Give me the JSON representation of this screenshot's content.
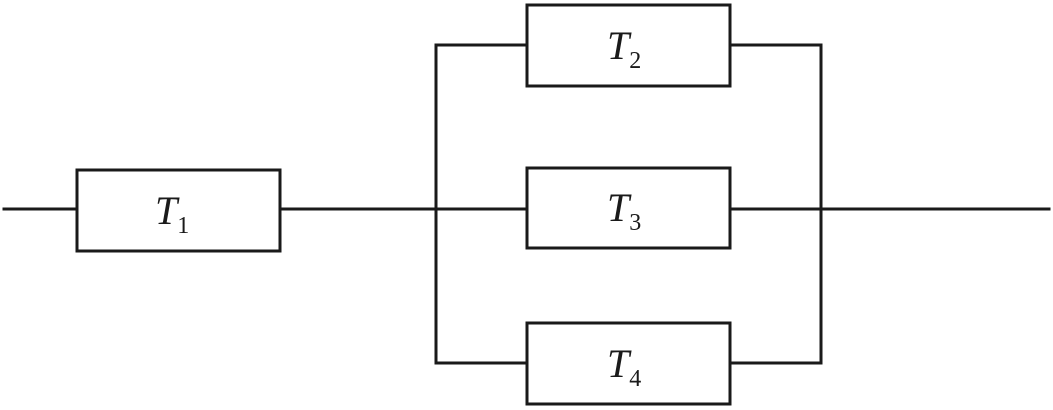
{
  "colors": {
    "line": "#1a1a1a",
    "background": "#ffffff"
  },
  "components": [
    {
      "id": "t1",
      "symbol": "T",
      "subscript": "1"
    },
    {
      "id": "t2",
      "symbol": "T",
      "subscript": "2"
    },
    {
      "id": "t3",
      "symbol": "T",
      "subscript": "3"
    },
    {
      "id": "t4",
      "symbol": "T",
      "subscript": "4"
    }
  ]
}
